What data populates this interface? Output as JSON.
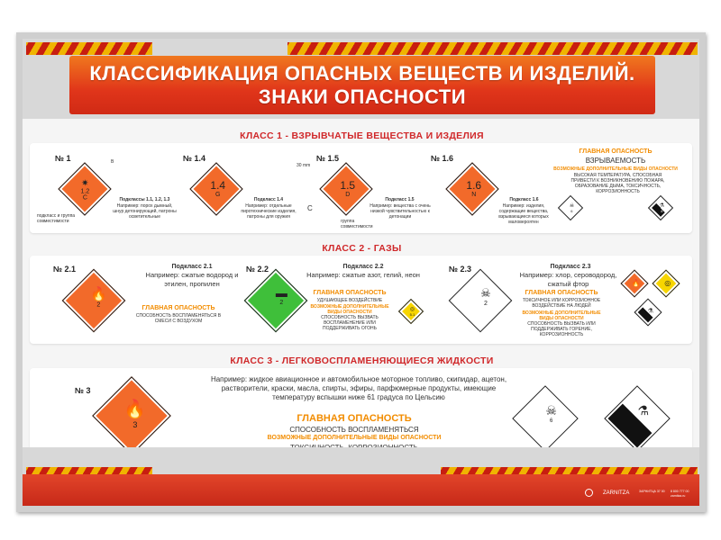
{
  "title": {
    "line1": "КЛАССИФИКАЦИЯ ОПАСНЫХ ВЕЩЕСТВ И ИЗДЕЛИЙ.",
    "line2": "ЗНАКИ ОПАСНОСТИ"
  },
  "class1": {
    "heading": "КЛАСС 1 - ВЗРЫВЧАТЫЕ ВЕЩЕСТВА И ИЗДЕЛИЯ",
    "items": [
      {
        "no": "№ 1",
        "sign": "1.2",
        "group": "C",
        "class": "1",
        "note": "Подклассы 1.1, 1.2, 1.3",
        "desc": "Например: порох дымный, шнур детонирующий, патроны осветительные",
        "extra": "подкласс и группа совместимости"
      },
      {
        "no": "№ 1.4",
        "sign": "1.4",
        "group": "G",
        "class": "1",
        "note": "Подкласс 1.4",
        "desc": "Например: отдельные пиротехнические изделия, патроны для оружия"
      },
      {
        "no": "№ 1.5",
        "sign": "1.5",
        "group": "D",
        "class": "1",
        "note": "Подкласс 1.5",
        "desc": "Например: вещества с очень низкой чувствительностью к детонации",
        "extra": "группа совместимости"
      },
      {
        "no": "№ 1.6",
        "sign": "1.6",
        "group": "N",
        "class": "1",
        "note": "Подкласс 1.6",
        "desc": "Например: изделия, содержащие вещества, взрывающиеся которых маловероятен"
      }
    ],
    "dim_b": "B",
    "dim_c": "C",
    "dim_mm": "30 mm",
    "main_label": "ГЛАВНАЯ ОПАСНОСТЬ",
    "main_value": "ВЗРЫВАЕМОСТЬ",
    "extra_label": "ВОЗМОЖНЫЕ ДОПОЛНИТЕЛЬНЫЕ ВИДЫ ОПАСНОСТИ",
    "extra_value": "ВЫСОКАЯ ТЕМПЕРАТУРА, СПОСОБНАЯ ПРИВЕСТИ К ВОЗНИКНОВЕНИЮ ПОЖАРА, ОБРАЗОВАНИЕ ДЫМА, ТОКСИЧНОСТЬ, КОРРОЗИОННОСТЬ",
    "side_signs": [
      "6",
      "8"
    ]
  },
  "class2": {
    "heading": "КЛАСС 2 - ГАЗЫ",
    "items": [
      {
        "no": "№ 2.1",
        "class": "2",
        "note": "Подкласс 2.1",
        "desc": "Например: сжатые водород и этилен, пропилен",
        "danger_label": "ГЛАВНАЯ ОПАСНОСТЬ",
        "danger_value": "СПОСОБНОСТЬ ВОСПЛАМЕНЯТЬСЯ В СМЕСИ С ВОЗДУХОМ"
      },
      {
        "no": "№ 2.2",
        "class": "2",
        "note": "Подкласс 2.2",
        "desc": "Например: сжатые азот, гелий, неон",
        "danger_label": "ГЛАВНАЯ ОПАСНОСТЬ",
        "danger_value": "УДУШАЮЩЕЕ ВОЗДЕЙСТВИЕ",
        "extra_label": "ВОЗМОЖНЫЕ ДОПОЛНИТЕЛЬНЫЕ ВИДЫ ОПАСНОСТИ",
        "extra_value": "СПОСОБНОСТЬ ВЫЗВАТЬ ВОСПЛАМЕНЕНИЕ ИЛИ ПОДДЕРЖИВАТЬ ОГОНЬ",
        "side_sign": "5.1"
      },
      {
        "no": "№ 2.3",
        "class": "2",
        "note": "Подкласс 2.3",
        "desc": "Например: хлор, сероводород, сжатый фтор",
        "danger_label": "ГЛАВНАЯ ОПАСНОСТЬ",
        "danger_value": "ТОКСИЧНОЕ ИЛИ КОРРОЗИОННОЕ ВОЗДЕЙСТВИЕ НА ЛЮДЕЙ",
        "extra_label": "ВОЗМОЖНЫЕ ДОПОЛНИТЕЛЬНЫЕ ВИДЫ ОПАСНОСТИ",
        "extra_value": "СПОСОБНОСТЬ ВЫЗВАТЬ ИЛИ ПОДДЕРЖИВАТЬ ГОРЕНИЕ, КОРРОЗИОННОСТЬ"
      }
    ]
  },
  "class3": {
    "heading": "КЛАСС 3 - ЛЕГКОВОСПЛАМЕНЯЮЩИЕСЯ ЖИДКОСТИ",
    "no": "№ 3",
    "class": "3",
    "desc": "Например: жидкое авиационное и автомобильное моторное топливо, скипидар, ацетон, растворители, краски, масла, спирты, эфиры, парфюмерные продукты, имеющие температуру вспышки ниже 61 градуса по Цельсию",
    "danger_label": "ГЛАВНАЯ ОПАСНОСТЬ",
    "danger_value": "СПОСОБНОСТЬ ВОСПЛАМЕНЯТЬСЯ",
    "extra_label": "ВОЗМОЖНЫЕ ДОПОЛНИТЕЛЬНЫЕ ВИДЫ ОПАСНОСТИ",
    "extra_value": "ТОКСИЧНОСТЬ, КОРРОЗИОННОСТЬ",
    "side_signs": [
      "6",
      "8"
    ]
  },
  "footer": {
    "brand": "ZARNITZA",
    "meta1": "ЗАРНИТЦА 37 00",
    "meta2": "8 800 777 00",
    "meta3": "zarnitza.ru"
  },
  "colors": {
    "accent_red": "#d0282a",
    "sign_orange": "#f26a2a",
    "sign_green": "#3fbf3a",
    "danger_orange": "#f28c00"
  }
}
